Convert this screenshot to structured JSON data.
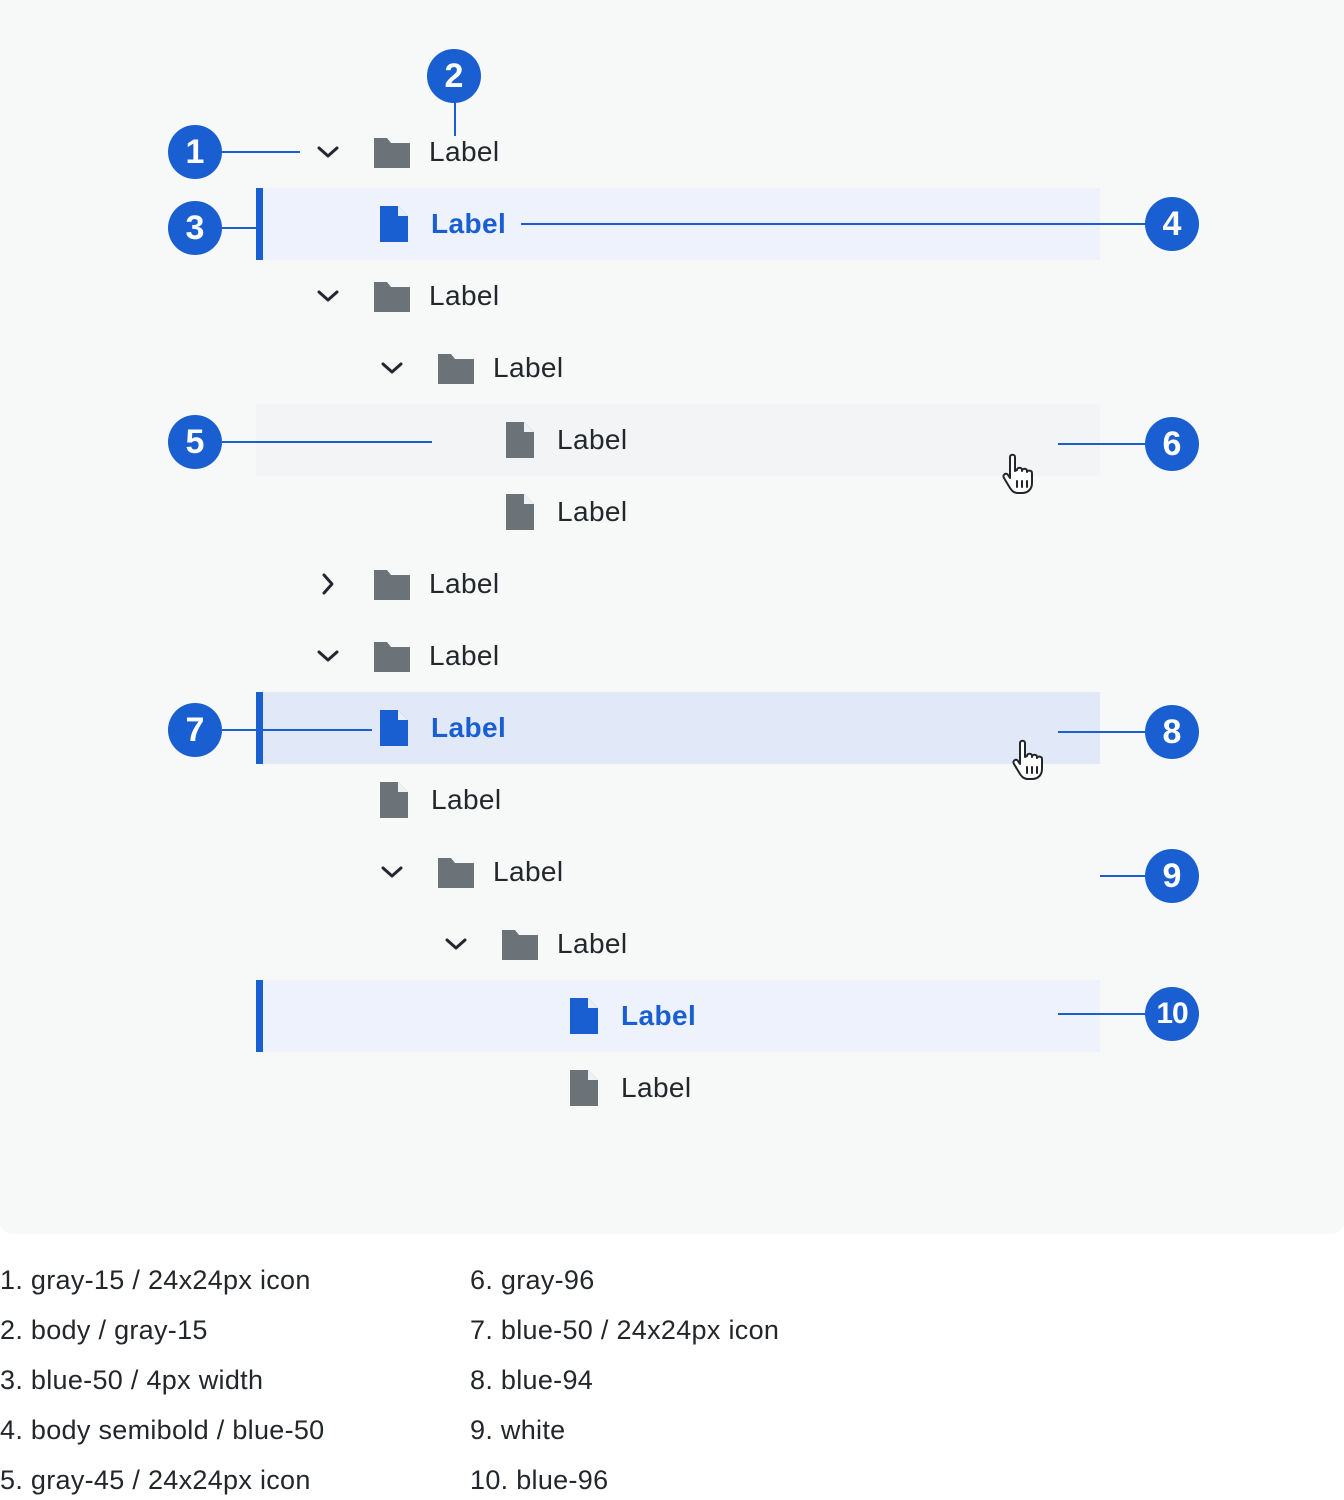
{
  "tree": {
    "rows": [
      {
        "label": "Label",
        "type": "folder",
        "toggle": "expanded",
        "state": "default"
      },
      {
        "label": "Label",
        "type": "file",
        "toggle": "none",
        "state": "selected"
      },
      {
        "label": "Label",
        "type": "folder",
        "toggle": "expanded",
        "state": "default"
      },
      {
        "label": "Label",
        "type": "folder",
        "toggle": "expanded",
        "state": "default"
      },
      {
        "label": "Label",
        "type": "file",
        "toggle": "none",
        "state": "hover"
      },
      {
        "label": "Label",
        "type": "file",
        "toggle": "none",
        "state": "default"
      },
      {
        "label": "Label",
        "type": "folder",
        "toggle": "collapsed",
        "state": "default"
      },
      {
        "label": "Label",
        "type": "folder",
        "toggle": "expanded",
        "state": "default"
      },
      {
        "label": "Label",
        "type": "file",
        "toggle": "none",
        "state": "selected-hover"
      },
      {
        "label": "Label",
        "type": "file",
        "toggle": "none",
        "state": "default"
      },
      {
        "label": "Label",
        "type": "folder",
        "toggle": "expanded",
        "state": "default"
      },
      {
        "label": "Label",
        "type": "folder",
        "toggle": "expanded",
        "state": "default"
      },
      {
        "label": "Label",
        "type": "file",
        "toggle": "none",
        "state": "selected"
      },
      {
        "label": "Label",
        "type": "file",
        "toggle": "none",
        "state": "default"
      }
    ]
  },
  "callouts": [
    "1",
    "2",
    "3",
    "4",
    "5",
    "6",
    "7",
    "8",
    "9",
    "10"
  ],
  "legend": [
    "1. gray-15 / 24x24px icon",
    "2. body / gray-15",
    "3. blue-50 / 4px width",
    "4. body semibold / blue-50",
    "5. gray-45 / 24x24px icon",
    "6. gray-96",
    "7. blue-50 / 24x24px icon",
    "8. blue-94",
    "9. white",
    "10. blue-96"
  ],
  "colors": {
    "gray_15": "#23272b",
    "gray_45": "#6b7378",
    "blue_50": "#1a5fd1",
    "blue_94": "#e1e9f8",
    "blue_96": "#edf2fc",
    "gray_96": "#f3f4f5",
    "white": "#ffffff"
  },
  "icons": {
    "expanded": "chevron-down-icon",
    "collapsed": "chevron-right-icon",
    "folder": "folder-icon",
    "file": "file-icon",
    "cursor": "hand-pointer-icon"
  }
}
